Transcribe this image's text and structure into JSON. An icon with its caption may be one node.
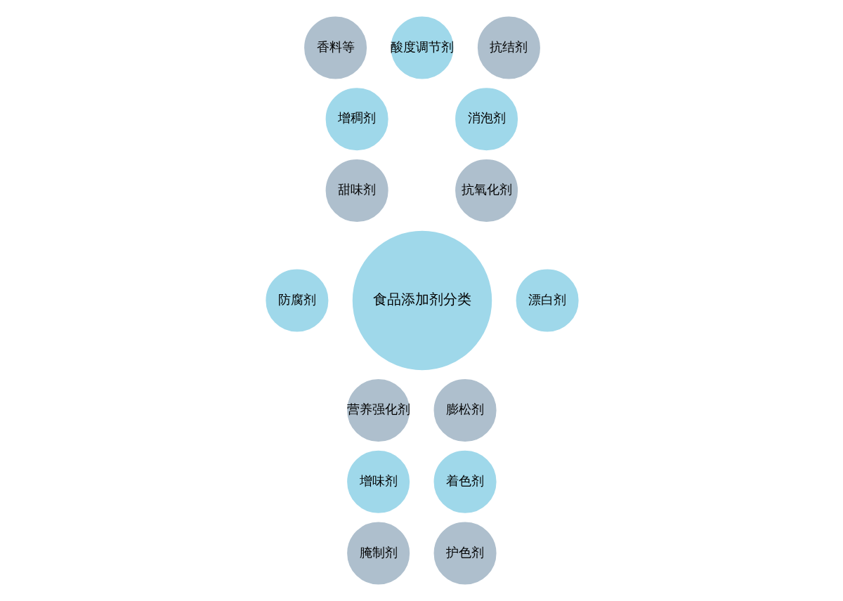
{
  "diagram": {
    "nodes": [
      {
        "text": [
          "食品添加剂分类"
        ]
      },
      {
        "text": [
          "酸度调节剂"
        ]
      },
      {
        "text": [
          "抗结剂"
        ]
      },
      {
        "text": [
          "消泡剂"
        ]
      },
      {
        "text": [
          "抗氧化剂"
        ]
      },
      {
        "text": [
          "漂白剂"
        ]
      },
      {
        "text": [
          "膨松剂"
        ]
      },
      {
        "text": [
          "着色剂"
        ]
      },
      {
        "text": [
          "护色剂"
        ]
      },
      {
        "text": [
          "腌制剂"
        ]
      },
      {
        "text": [
          "增味剂"
        ]
      },
      {
        "text": [
          "营养强化剂"
        ]
      },
      {
        "text": [
          "防腐剂"
        ]
      },
      {
        "text": [
          "甜味剂"
        ]
      },
      {
        "text": [
          "增稠剂"
        ]
      },
      {
        "text": [
          "香料等"
        ]
      }
    ],
    "edges": []
  }
}
